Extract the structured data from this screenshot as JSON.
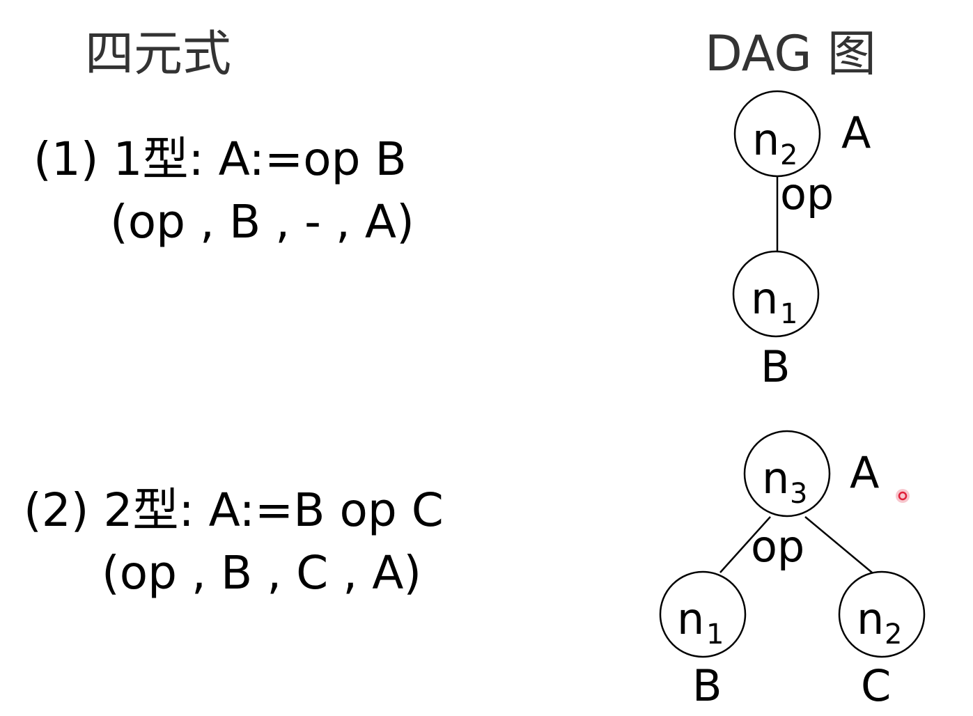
{
  "headings": {
    "quadruple": "四元式",
    "dag": "DAG 图"
  },
  "rules": [
    {
      "label": "(1) 1型: A:=op B",
      "quadruple": "(op , B , - , A)"
    },
    {
      "label": "(2) 2型: A:=B op C",
      "quadruple": "(op , B , C , A)"
    }
  ],
  "dag1": {
    "top_node": {
      "name": "n",
      "sub": "2",
      "var": "A"
    },
    "bottom_node": {
      "name": "n",
      "sub": "1",
      "var": "B"
    },
    "edge_label": "op"
  },
  "dag2": {
    "top_node": {
      "name": "n",
      "sub": "3",
      "var": "A"
    },
    "left_node": {
      "name": "n",
      "sub": "1",
      "var": "B"
    },
    "right_node": {
      "name": "n",
      "sub": "2",
      "var": "C"
    },
    "edge_label": "op"
  },
  "cursor_color": "#e0203a"
}
